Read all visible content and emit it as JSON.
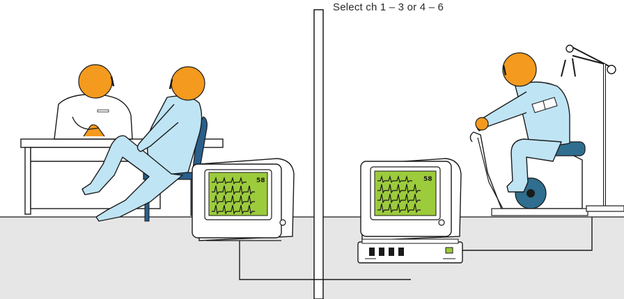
{
  "caption": "Select ch 1 – 3 or 4 – 6",
  "monitor_left": {
    "channel_label": "58"
  },
  "monitor_right": {
    "channel_label": "58"
  },
  "colors": {
    "skin": "#f49a1e",
    "clothing": "#bfe4f4",
    "outline": "#1a1a1a",
    "chair_blue": "#2a5f8a",
    "screen_green": "#9ccb3c",
    "floor": "#e6e6e6",
    "bike_wheel": "#2f6e8e"
  },
  "icons": [
    "headset-icon",
    "ecg-waveform-icon"
  ]
}
